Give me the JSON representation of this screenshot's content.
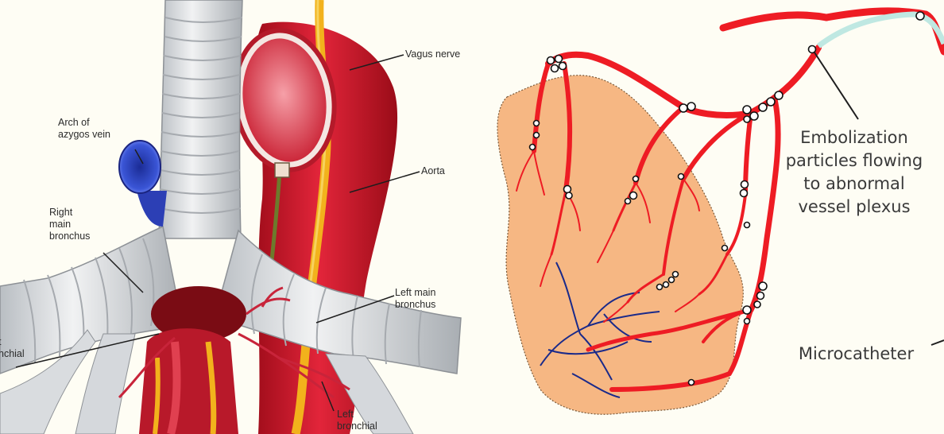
{
  "left_panel": {
    "labels": {
      "vagus_nerve": "Vagus nerve",
      "arch_of_azygos_vein": "Arch of\nazygos vein",
      "aorta": "Aorta",
      "right_main_bronchus": "Right\nmain\nbronchus",
      "left_main_bronchus": "Left main\nbronchus",
      "right_bronchial": "t\nnchial",
      "left_bronchial": "Left\nbronchial"
    }
  },
  "right_panel": {
    "labels": {
      "embolization": "Embolization\nparticles flowing\nto abnormal\nvessel plexus",
      "microcatheter": "Microcatheter"
    }
  },
  "colors": {
    "background": "#fefdf4",
    "artery_red": "#ee1c24",
    "vein_blue": "#1a2a8a",
    "tissue": "#f6b783",
    "cartilage": "#e6e8ea",
    "catheter": "#bfe8e2",
    "nerve_yellow": "#f2b21c"
  }
}
